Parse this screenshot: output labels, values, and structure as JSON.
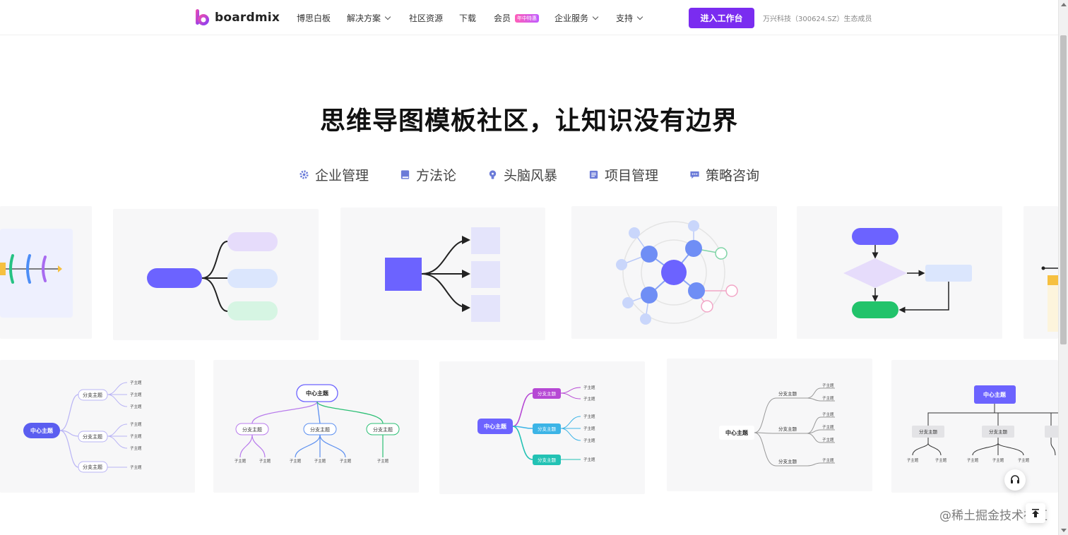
{
  "header": {
    "brand": "boardmix",
    "nav": [
      {
        "label": "博思白板",
        "has_dropdown": false
      },
      {
        "label": "解决方案",
        "has_dropdown": true
      },
      {
        "label": "社区资源",
        "has_dropdown": false
      },
      {
        "label": "下载",
        "has_dropdown": false
      },
      {
        "label": "会员",
        "has_dropdown": false,
        "badge": "年中特惠"
      },
      {
        "label": "企业服务",
        "has_dropdown": true
      },
      {
        "label": "支持",
        "has_dropdown": true
      }
    ],
    "cta_label": "进入工作台",
    "partner_text": "万兴科技（300624.SZ）生态成员"
  },
  "headline": "思维导图模板社区，让知识没有边界",
  "tabs": [
    {
      "label": "企业管理",
      "icon": "gear-icon"
    },
    {
      "label": "方法论",
      "icon": "book-icon"
    },
    {
      "label": "头脑风暴",
      "icon": "lightbulb-icon"
    },
    {
      "label": "项目管理",
      "icon": "list-icon"
    },
    {
      "label": "策略咨询",
      "icon": "chat-icon"
    }
  ],
  "cards": {
    "center": "中心主题",
    "branch": "分支主题",
    "leaf": "子主题"
  },
  "colors": {
    "brand": "#7a2cf0",
    "primary_node": "#6c63ff",
    "lavender": "#e6dcfb",
    "light_blue": "#dbe6fd",
    "mint": "#d6f5e3",
    "green": "#22c36b",
    "card_bg": "#f7f7f8"
  },
  "floating": {
    "support_icon": "headset-icon",
    "top_icon": "arrow-up-icon"
  },
  "watermark": "@稀土掘金技术社区"
}
